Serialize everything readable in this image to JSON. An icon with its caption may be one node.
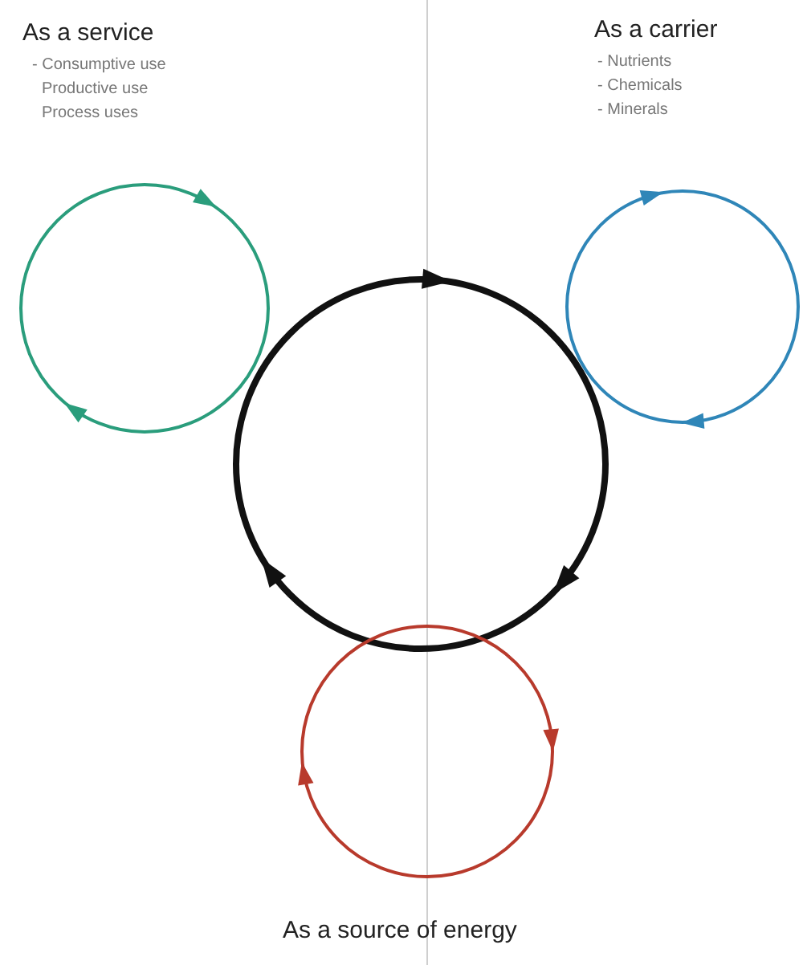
{
  "diagram": {
    "nodes": [
      {
        "text": [],
        "shape": "circle"
      },
      {
        "text": [],
        "shape": "circle"
      },
      {
        "text": [],
        "shape": "circle"
      },
      {
        "text": [
          "As a source of energy"
        ]
      }
    ],
    "labels": [
      "As a service",
      "- Consumptive use",
      "Productive use",
      "Process uses",
      "As a carrier",
      "- Nutrients",
      "- Chemicals",
      "- Minerals"
    ]
  }
}
